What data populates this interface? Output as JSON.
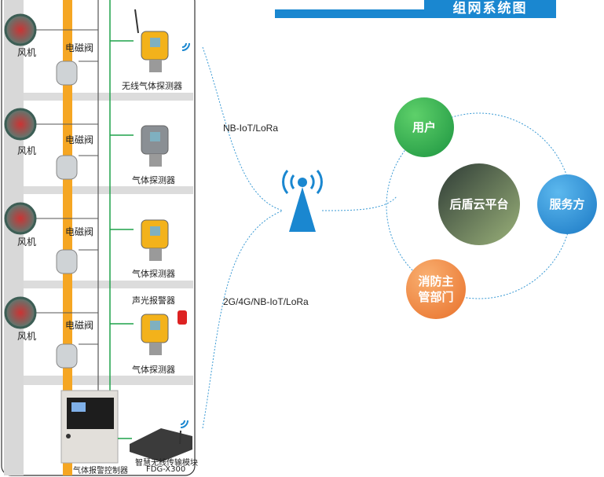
{
  "title": "组网系统图",
  "rows": [
    {
      "fan": "风机",
      "valve": "电磁阀",
      "detector": "无线气体探测器"
    },
    {
      "fan": "风机",
      "valve": "电磁阀",
      "detector": "气体探测器"
    },
    {
      "fan": "风机",
      "valve": "电磁阀",
      "detector": "气体探测器"
    },
    {
      "fan": "风机",
      "valve": "电磁阀",
      "detector": "气体探测器",
      "alarm": "声光报警器"
    }
  ],
  "controller": "气体报警控制器",
  "module": {
    "name": "智慧无线传输模块",
    "model": "FDG-X300"
  },
  "links": {
    "upper": "NB-IoT/LoRa",
    "lower": "2G/4G/NB-IoT/LoRa"
  },
  "nodes": {
    "user": "用户",
    "cloud": "后盾云平台",
    "service": "服务方",
    "fire_dept_line1": "消防主",
    "fire_dept_line2": "管部门"
  },
  "colors": {
    "title_bg": "#1a87d0",
    "user": "#2daa4a",
    "service": "#2a8fd4",
    "fire": "#f08a3c",
    "pipe": "#f5a623"
  }
}
